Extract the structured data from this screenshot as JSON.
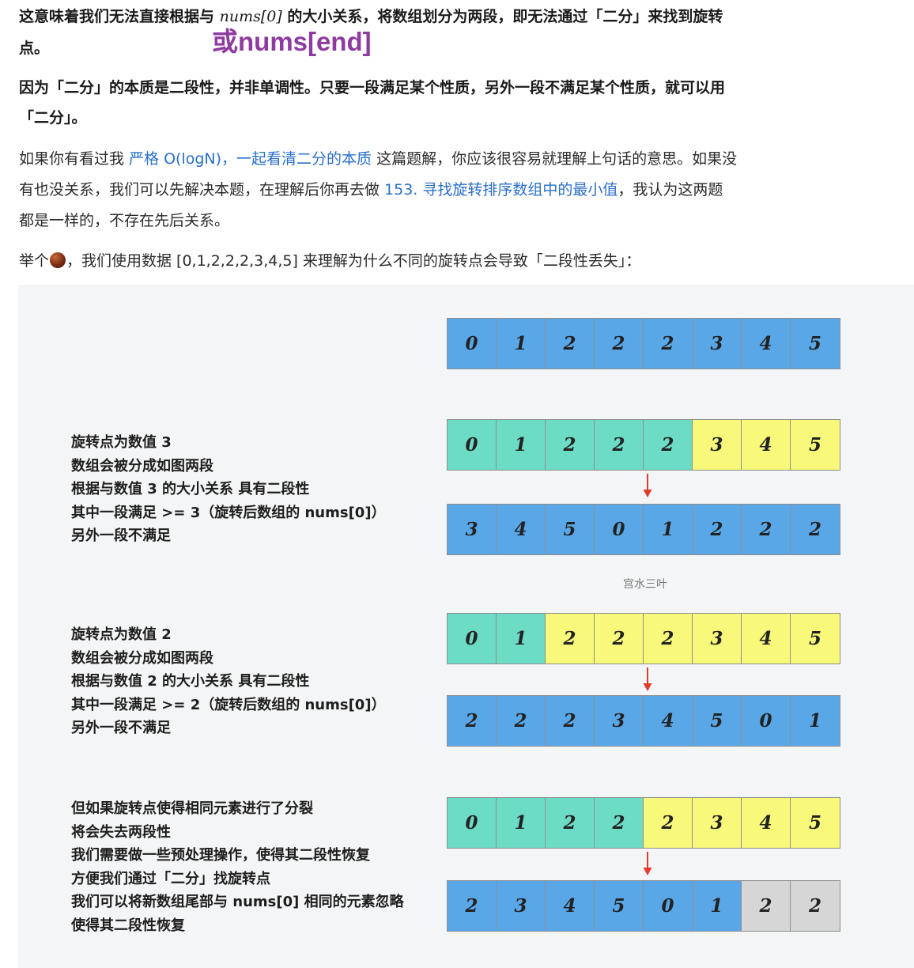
{
  "text": {
    "l1_a": "这意味着我们无法直接根据与 ",
    "l1_math": "nums[0]",
    "l1_b": " 的大小关系，将数组划分为两段，即无法通过「二分」来找到旋转",
    "l2": "点。",
    "handnote": "或nums[end]",
    "l3": "因为「二分」的本质是二段性，并非单调性。只要一段满足某个性质，另外一段不满足某个性质，就可以用",
    "l4": "「二分」。",
    "l5_a": "如果你有看过我 ",
    "l5_link": "严格 O(logN)，一起看清二分的本质",
    "l5_b": " 这篇题解，你应该很容易就理解上句话的意思。如果没",
    "l6_a": "有也没关系，我们可以先解决本题，在理解后你再去做 ",
    "l6_link": "153. 寻找旋转排序数组中的最小值",
    "l6_b": "，我认为这两题",
    "l7": "都是一样的，不存在先后关系。",
    "l8_a": "举个",
    "l8_b": "，我们使用数据 [0,1,2,2,2,3,4,5] 来理解为什么不同的旋转点会导致「二段性丢失」："
  },
  "figure": {
    "watermark": "宫水三叶",
    "colors": {
      "blue": "#5aa7e8",
      "green": "#6ddcc5",
      "yellow": "#f8f87a",
      "gray": "#d6d6d6",
      "arrow": "#e23a2e"
    },
    "arrays": [
      {
        "values": [
          "0",
          "1",
          "2",
          "2",
          "2",
          "3",
          "4",
          "5"
        ],
        "colors": [
          "blue",
          "blue",
          "blue",
          "blue",
          "blue",
          "blue",
          "blue",
          "blue"
        ]
      },
      {
        "values": [
          "0",
          "1",
          "2",
          "2",
          "2",
          "3",
          "4",
          "5"
        ],
        "colors": [
          "green",
          "green",
          "green",
          "green",
          "green",
          "yellow",
          "yellow",
          "yellow"
        ]
      },
      {
        "values": [
          "3",
          "4",
          "5",
          "0",
          "1",
          "2",
          "2",
          "2"
        ],
        "colors": [
          "blue",
          "blue",
          "blue",
          "blue",
          "blue",
          "blue",
          "blue",
          "blue"
        ]
      },
      {
        "values": [
          "0",
          "1",
          "2",
          "2",
          "2",
          "3",
          "4",
          "5"
        ],
        "colors": [
          "green",
          "green",
          "yellow",
          "yellow",
          "yellow",
          "yellow",
          "yellow",
          "yellow"
        ]
      },
      {
        "values": [
          "2",
          "2",
          "2",
          "3",
          "4",
          "5",
          "0",
          "1"
        ],
        "colors": [
          "blue",
          "blue",
          "blue",
          "blue",
          "blue",
          "blue",
          "blue",
          "blue"
        ]
      },
      {
        "values": [
          "0",
          "1",
          "2",
          "2",
          "2",
          "3",
          "4",
          "5"
        ],
        "colors": [
          "green",
          "green",
          "green",
          "green",
          "yellow",
          "yellow",
          "yellow",
          "yellow"
        ]
      },
      {
        "values": [
          "2",
          "3",
          "4",
          "5",
          "0",
          "1",
          "2",
          "2"
        ],
        "colors": [
          "blue",
          "blue",
          "blue",
          "blue",
          "blue",
          "blue",
          "gray",
          "gray"
        ]
      }
    ],
    "desc1": [
      "旋转点为数值 3",
      "数组会被分成如图两段",
      "根据与数值 3 的大小关系 具有二段性",
      "其中一段满足 >= 3（旋转后数组的 nums[0]）",
      "另外一段不满足"
    ],
    "desc2": [
      "旋转点为数值 2",
      "数组会被分成如图两段",
      "根据与数值 2 的大小关系 具有二段性",
      "其中一段满足 >= 2（旋转后数组的 nums[0]）",
      "另外一段不满足"
    ],
    "desc3": [
      "但如果旋转点使得相同元素进行了分裂",
      "将会失去两段性",
      "我们需要做一些预处理操作，使得其二段性恢复",
      "方便我们通过「二分」找旋转点",
      "我们可以将新数组尾部与 nums[0] 相同的元素忽略",
      "使得其二段性恢复"
    ]
  }
}
